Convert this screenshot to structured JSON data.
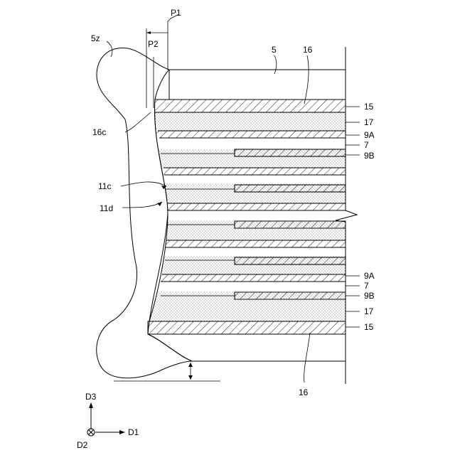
{
  "labels": {
    "p1": "P1",
    "p2": "P2",
    "l5z": "5z",
    "l5": "5",
    "l16_top": "16",
    "l16_bottom": "16",
    "l15_top": "15",
    "l15_bottom": "15",
    "l17_top": "17",
    "l17_bottom": "17",
    "l9a_top": "9A",
    "l9a_bottom": "9A",
    "l7_top": "7",
    "l7_bottom": "7",
    "l9b_top": "9B",
    "l9b_bottom": "9B",
    "l16c": "16c",
    "l11c": "11c",
    "l11d": "11d"
  },
  "axes": {
    "d3": "D3",
    "d1": "D1",
    "d2": "D2"
  }
}
